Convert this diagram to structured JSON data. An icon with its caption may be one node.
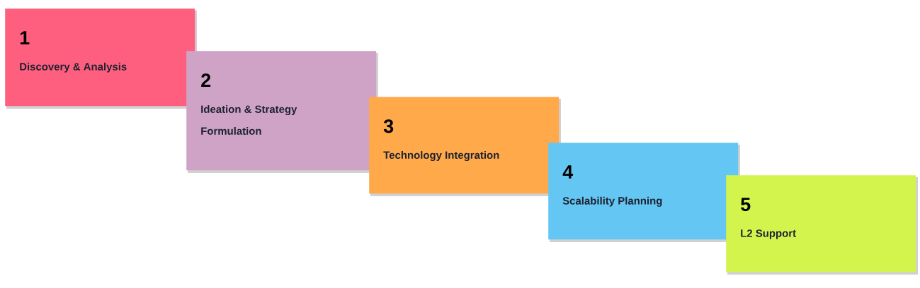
{
  "diagram": {
    "nodes": [
      {
        "text": [
          "1",
          "Discovery & Analysis"
        ]
      },
      {
        "text": [
          "2",
          "Ideation & Strategy Formulation"
        ]
      },
      {
        "text": [
          "3",
          "Technology Integration"
        ]
      },
      {
        "text": [
          "4",
          "Scalability Planning"
        ]
      },
      {
        "text": [
          "5",
          "L2 Support"
        ]
      }
    ]
  }
}
